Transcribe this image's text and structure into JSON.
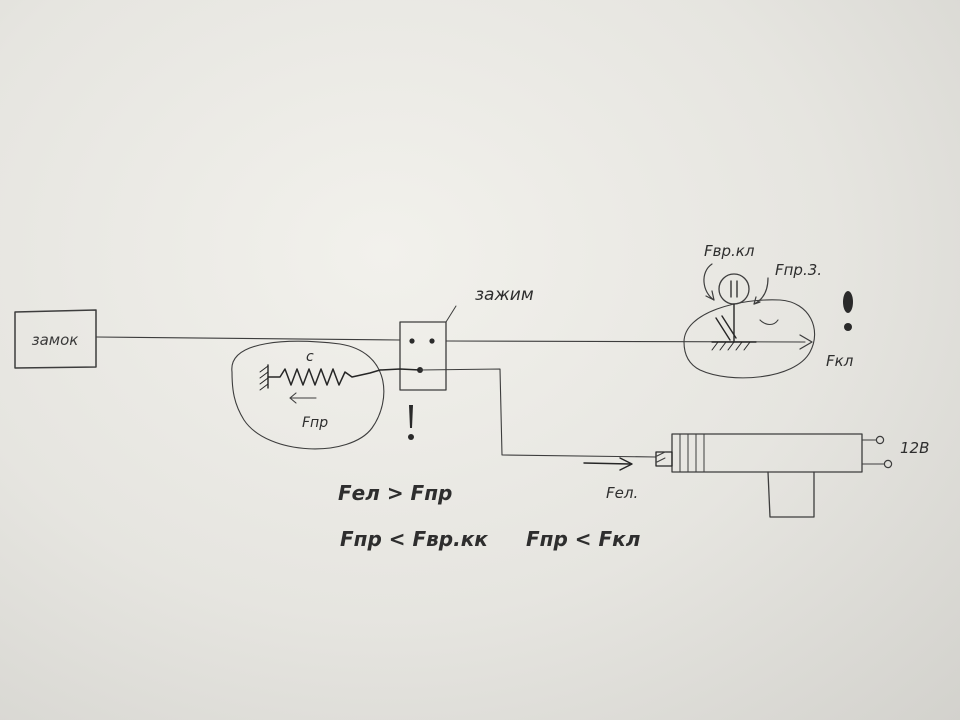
{
  "labels": {
    "lock": "замок",
    "clamp": "зажим",
    "spring_force": "Fпр",
    "electric_force": "Fел.",
    "brake_force": "Fвр.кл",
    "spring_force_3": "Fпр.3.",
    "valve_force": "Fкл",
    "voltage": "12В",
    "spring_mark": "c",
    "exclaim": "!"
  },
  "formulas": {
    "line1": "Fел > Fпр",
    "line2a": "Fпр < Fвр.кк",
    "line2b": "Fпр < Fкл"
  },
  "colors": {
    "paper": "#eeede8",
    "pencil": "#3d3d3d"
  }
}
